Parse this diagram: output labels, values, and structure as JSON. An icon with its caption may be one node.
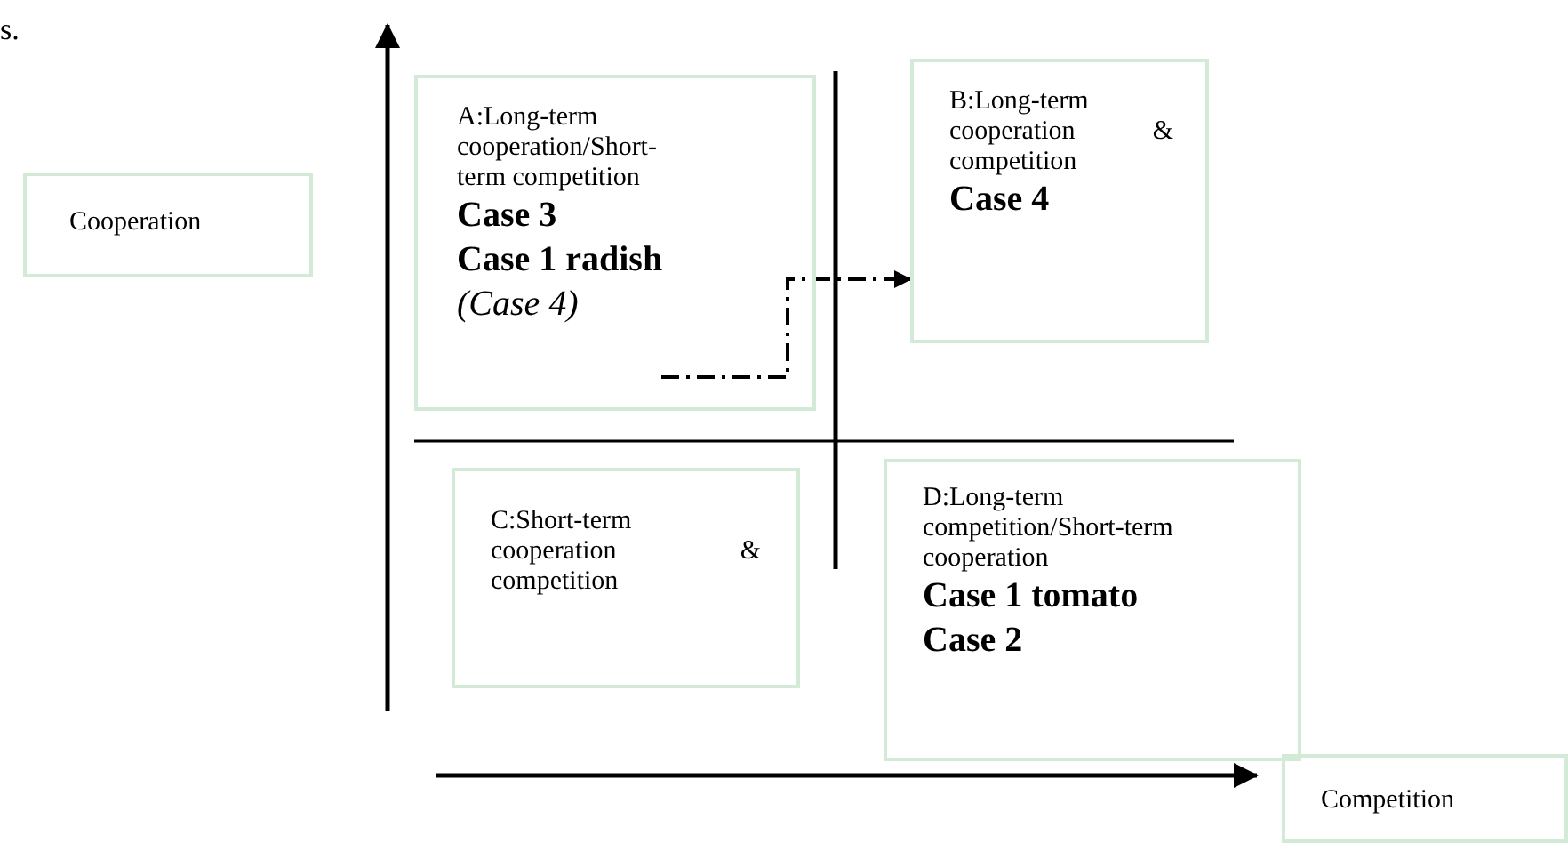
{
  "diagram": {
    "nodes": [
      {
        "text": [
          "Cooperation"
        ]
      },
      {
        "text": [
          "A:Long-term cooperation/Short-term competition",
          "Case 3",
          "Case 1 radish",
          "(Case 4)"
        ]
      },
      {
        "text": [
          "B:Long-term cooperation & competition",
          "Case 4"
        ]
      },
      {
        "text": [
          "C:Short-term cooperation & competition"
        ]
      },
      {
        "text": [
          "D:Long-term competition/Short-term cooperation",
          "Case 1 tomato",
          "Case 2"
        ]
      },
      {
        "text": [
          "Competition"
        ]
      }
    ],
    "edges": [
      {
        "from": 1,
        "to": 2,
        "arrow": "to",
        "style": "dashed"
      }
    ],
    "labels": [
      "s."
    ]
  }
}
